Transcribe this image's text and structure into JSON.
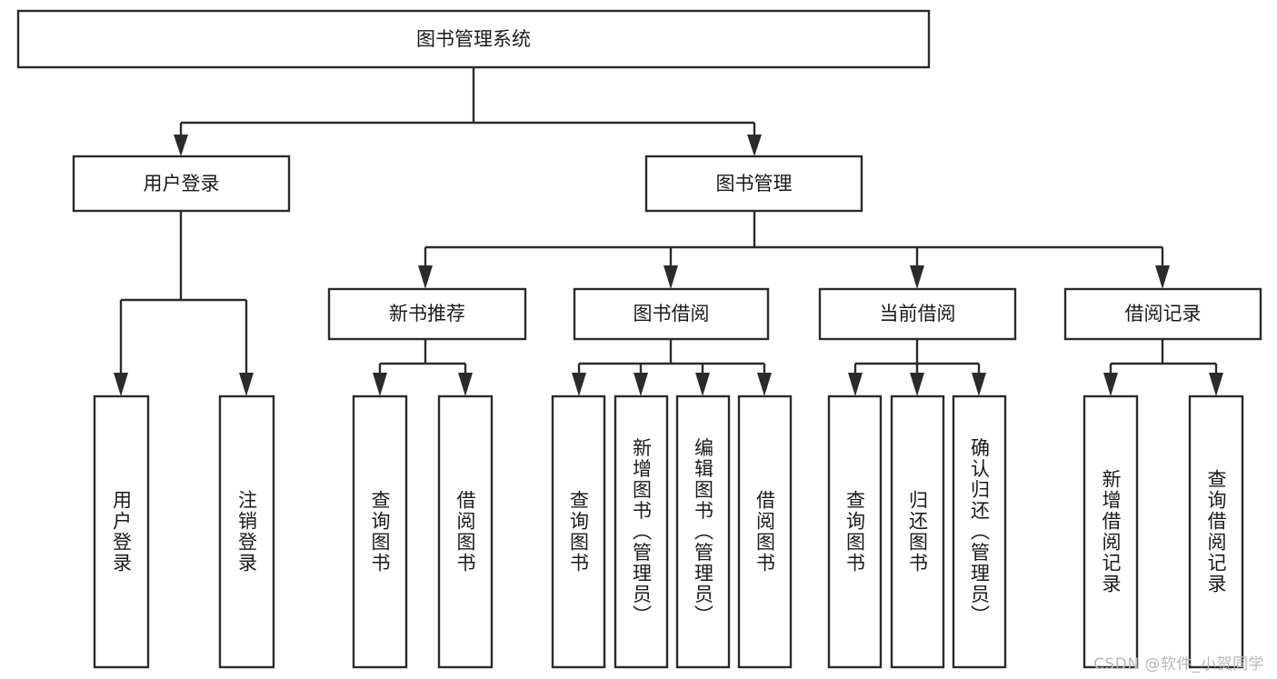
{
  "diagram": {
    "type": "hierarchy-tree",
    "title": "图书管理系统",
    "orientation": "top-down",
    "colors": {
      "box_fill": "#ffffff",
      "box_stroke": "#2b2b2b",
      "connector": "#2b2b2b",
      "text": "#1a1a1a",
      "background": "#ffffff",
      "watermark": "#b8b8b8"
    },
    "levels": {
      "root": {
        "label": "图书管理系统"
      },
      "level2": [
        {
          "label": "用户登录"
        },
        {
          "label": "图书管理"
        }
      ],
      "level3": [
        {
          "label": "新书推荐"
        },
        {
          "label": "图书借阅"
        },
        {
          "label": "当前借阅"
        },
        {
          "label": "借阅记录"
        }
      ],
      "leaves": {
        "user_login": [
          {
            "label": "用户登录"
          },
          {
            "label": "注销登录"
          }
        ],
        "new_book_recommend": [
          {
            "label": "查询图书"
          },
          {
            "label": "借阅图书"
          }
        ],
        "book_borrow": [
          {
            "label": "查询图书"
          },
          {
            "label": "新增图书（管理员）"
          },
          {
            "label": "编辑图书（管理员）"
          },
          {
            "label": "借阅图书"
          }
        ],
        "current_borrow": [
          {
            "label": "查询图书"
          },
          {
            "label": "归还图书"
          },
          {
            "label": "确认归还（管理员）"
          }
        ],
        "borrow_record": [
          {
            "label": "新增借阅记录"
          },
          {
            "label": "查询借阅记录"
          }
        ]
      }
    }
  },
  "watermark": {
    "text": "CSDN @软件_小贺同学"
  }
}
